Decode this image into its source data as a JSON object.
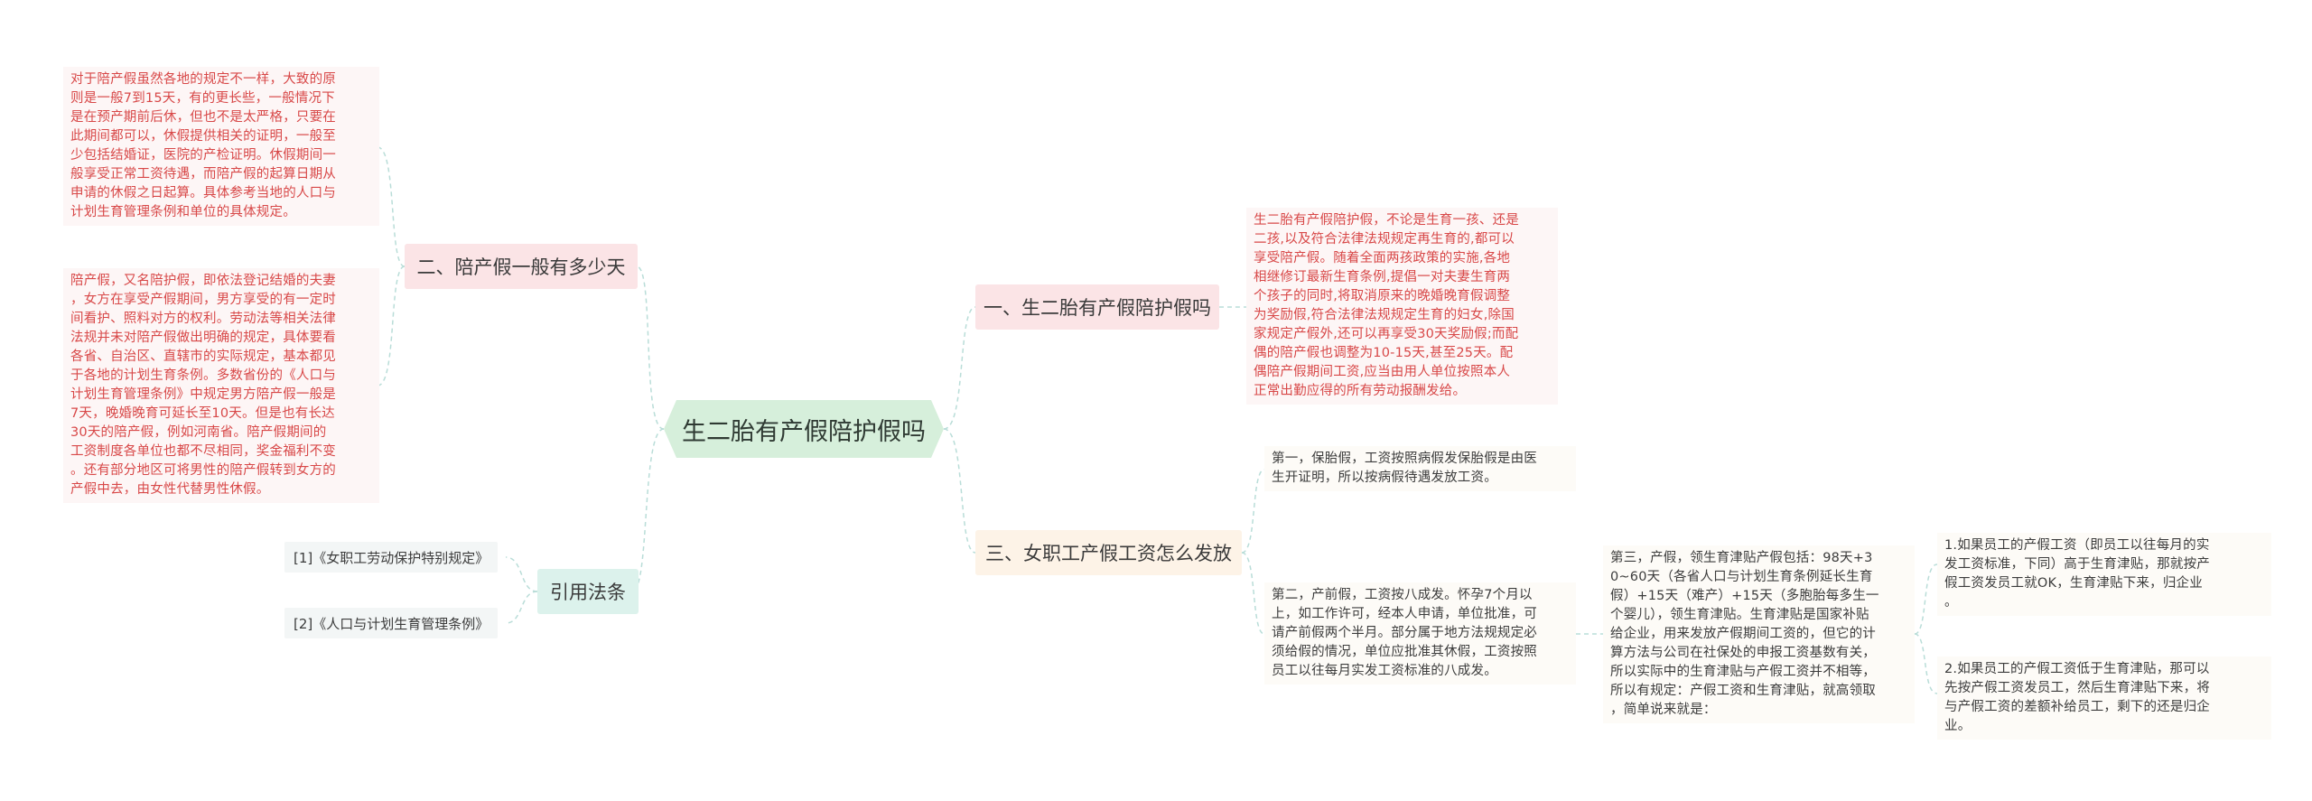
{
  "root": {
    "label": "生二胎有产假陪护假吗"
  },
  "branches": {
    "b1": {
      "label": "一、生二胎有产假陪护假吗",
      "text": "生二胎有产假陪护假，不论是生育一孩、还是\n二孩,以及符合法律法规规定再生育的,都可以\n享受陪产假。随着全面两孩政策的实施,各地\n相继修订最新生育条例,提倡一对夫妻生育两\n个孩子的同时,将取消原来的晚婚晚育假调整\n为奖励假,符合法律法规规定生育的妇女,除国\n家规定产假外,还可以再享受30天奖励假;而配\n偶的陪产假也调整为10-15天,甚至25天。配\n偶陪产假期间工资,应当由用人单位按照本人\n正常出勤应得的所有劳动报酬发给。"
    },
    "b2": {
      "label": "二、陪产假一般有多少天",
      "text1": "对于陪产假虽然各地的规定不一样，大致的原\n则是一般7到15天，有的更长些，一般情况下\n是在预产期前后休，但也不是太严格，只要在\n此期间都可以，休假提供相关的证明，一般至\n少包括结婚证，医院的产检证明。休假期间一\n般享受正常工资待遇，而陪产假的起算日期从\n申请的休假之日起算。具体参考当地的人口与\n计划生育管理条例和单位的具体规定。",
      "text2": "陪产假，又名陪护假，即依法登记结婚的夫妻\n，女方在享受产假期间，男方享受的有一定时\n间看护、照料对方的权利。劳动法等相关法律\n法规并未对陪产假做出明确的规定，具体要看\n各省、自治区、直辖市的实际规定，基本都见\n于各地的计划生育条例。多数省份的《人口与\n计划生育管理条例》中规定男方陪产假一般是\n7天，晚婚晚育可延长至10天。但是也有长达\n30天的陪产假，例如河南省。陪产假期间的\n工资制度各单位也都不尽相同，奖金福利不变\n。还有部分地区可将男性的陪产假转到女方的\n产假中去，由女性代替男性休假。"
    },
    "b3": {
      "label": "三、女职工产假工资怎么发放",
      "t1": "第一，保胎假，工资按照病假发保胎假是由医\n生开证明，所以按病假待遇发放工资。",
      "t2": "第二，产前假，工资按八成发。怀孕7个月以\n上，如工作许可，经本人申请，单位批准，可\n请产前假两个半月。部分属于地方法规规定必\n须给假的情况，单位应批准其休假，工资按照\n员工以往每月实发工资标准的八成发。",
      "t3": "第三，产假，领生育津贴产假包括：98天+3\n0~60天（各省人口与计划生育条例延长生育\n假）+15天（难产）+15天（多胞胎每多生一\n个婴儿），领生育津贴。生育津贴是国家补贴\n给企业，用来发放产假期间工资的，但它的计\n算方法与公司在社保处的申报工资基数有关，\n所以实际中的生育津贴与产假工资并不相等，\n所以有规定：产假工资和生育津贴，就高领取\n，简单说来就是：",
      "t3a": "1.如果员工的产假工资（即员工以往每月的实\n发工资标准，下同）高于生育津贴，那就按产\n假工资发员工就OK，生育津贴下来，归企业\n。",
      "t3b": "2.如果员工的产假工资低于生育津贴，那可以\n先按产假工资发员工，然后生育津贴下来，将\n与产假工资的差额补给员工，剩下的还是归企\n业。"
    },
    "b4": {
      "label": "引用法条",
      "ref1": "[1]《女职工劳动保护特别规定》",
      "ref2": "[2]《人口与计划生育管理条例》"
    }
  },
  "colors": {
    "root_bg": "#d6efdb",
    "pink_bg": "#fbe4e6",
    "peach_bg": "#fdf3e7",
    "mint_bg": "#dcf2ec",
    "red_text": "#d84848",
    "link": "#b9ddd8"
  }
}
